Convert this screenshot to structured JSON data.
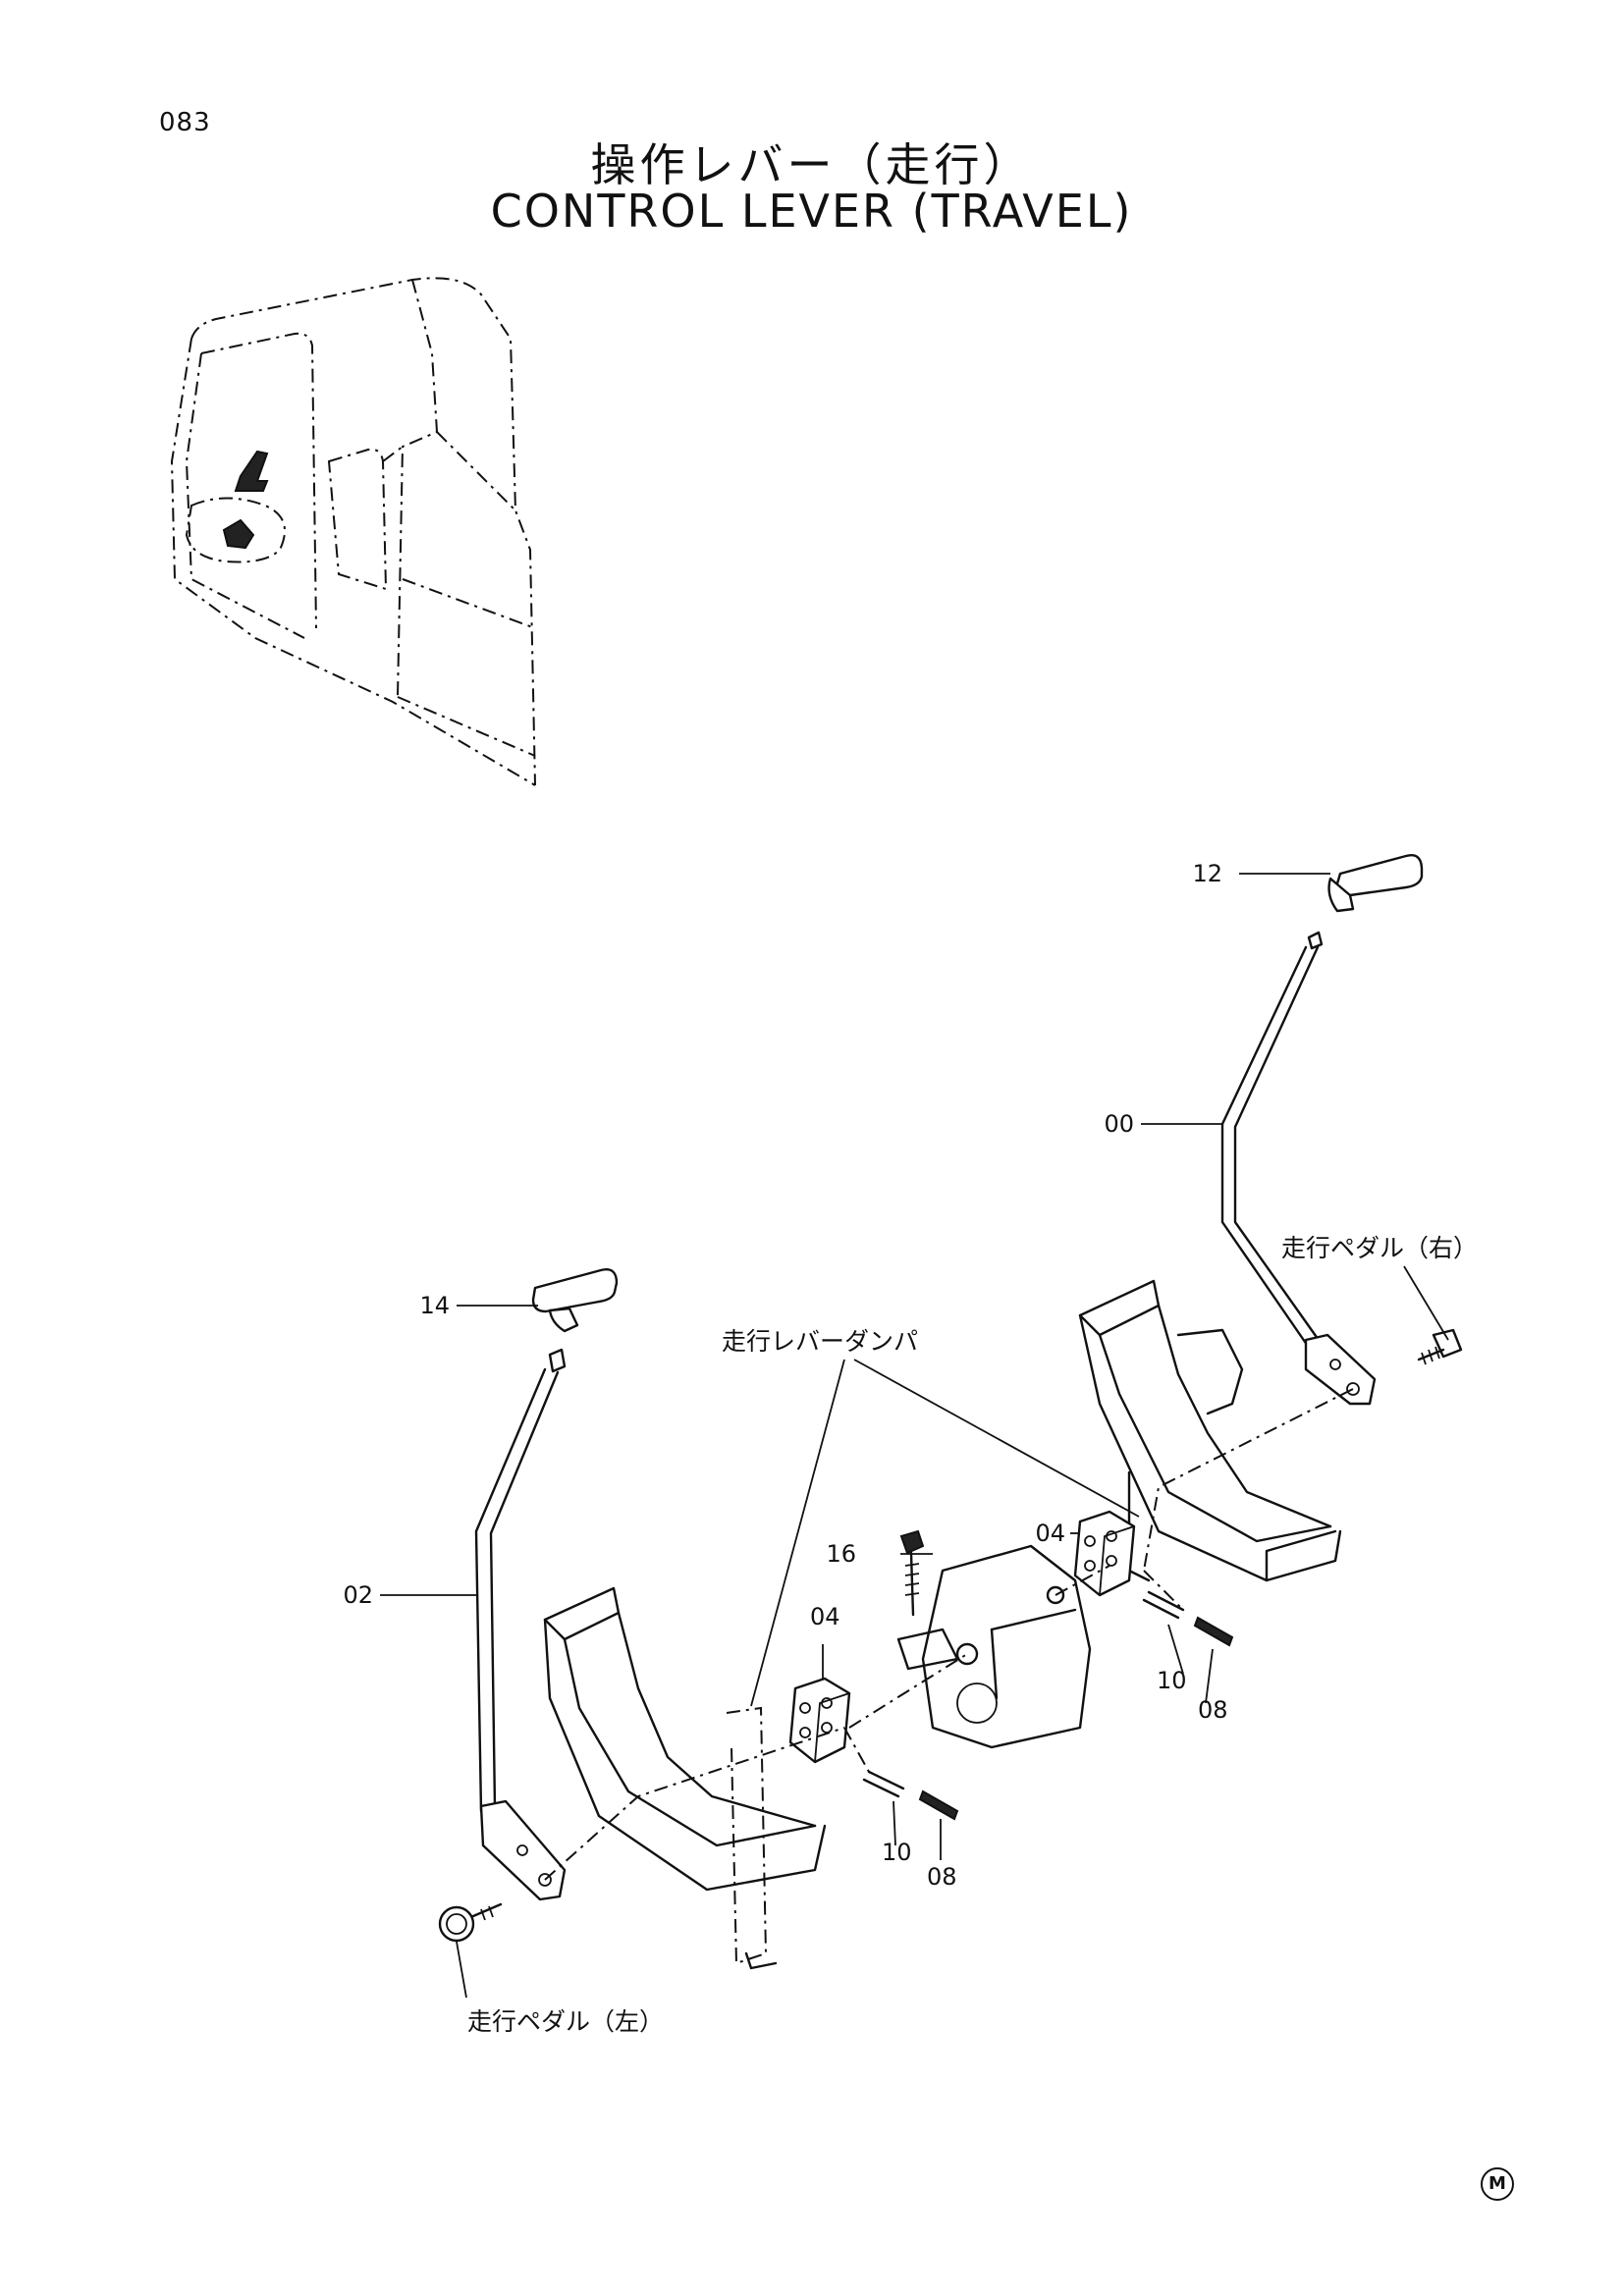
{
  "page_number": "083",
  "title_jp": "操作レバー（走行）",
  "title_en": "CONTROL LEVER (TRAVEL)",
  "callouts": {
    "c12": "12",
    "c00": "00",
    "c14": "14",
    "c02": "02",
    "c16": "16",
    "c04a": "04",
    "c04b": "04",
    "c10a": "10",
    "c08a": "08",
    "c10b": "10",
    "c08b": "08"
  },
  "notes": {
    "pedal_right": "走行ペダル（右）",
    "pedal_left": "走行ペダル（左）",
    "damper": "走行レバーダンパ"
  },
  "trademark": "M"
}
